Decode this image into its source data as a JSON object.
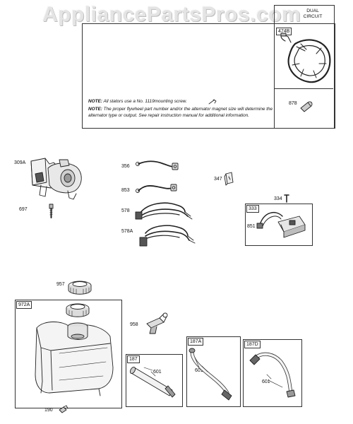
{
  "watermark": "AppliancePartsPros.com",
  "dual_circuit": {
    "line1": "DUAL",
    "line2": "CIRCUIT"
  },
  "notes": {
    "label1": "NOTE:",
    "text1": "All stators use a No. 1119mounting screw.",
    "label2": "NOTE:",
    "text2": "The proper flywheel part number and/or the alternator magnet size will determine the alternator type or output. See repair instruction manual for additional information."
  },
  "labels": {
    "p474B": "474B",
    "p878": "878",
    "p309A": "309A",
    "p697": "697",
    "p356": "356",
    "p853": "853",
    "p578": "578",
    "p578A": "578A",
    "p347": "347",
    "p334": "334",
    "p333": "333",
    "p851": "851",
    "p957": "957",
    "p972A": "972A",
    "p958": "958",
    "p187": "187",
    "p187A": "187A",
    "p187D": "187D",
    "p601a": "601",
    "p601b": "601",
    "p601c": "601",
    "p190": "190"
  }
}
